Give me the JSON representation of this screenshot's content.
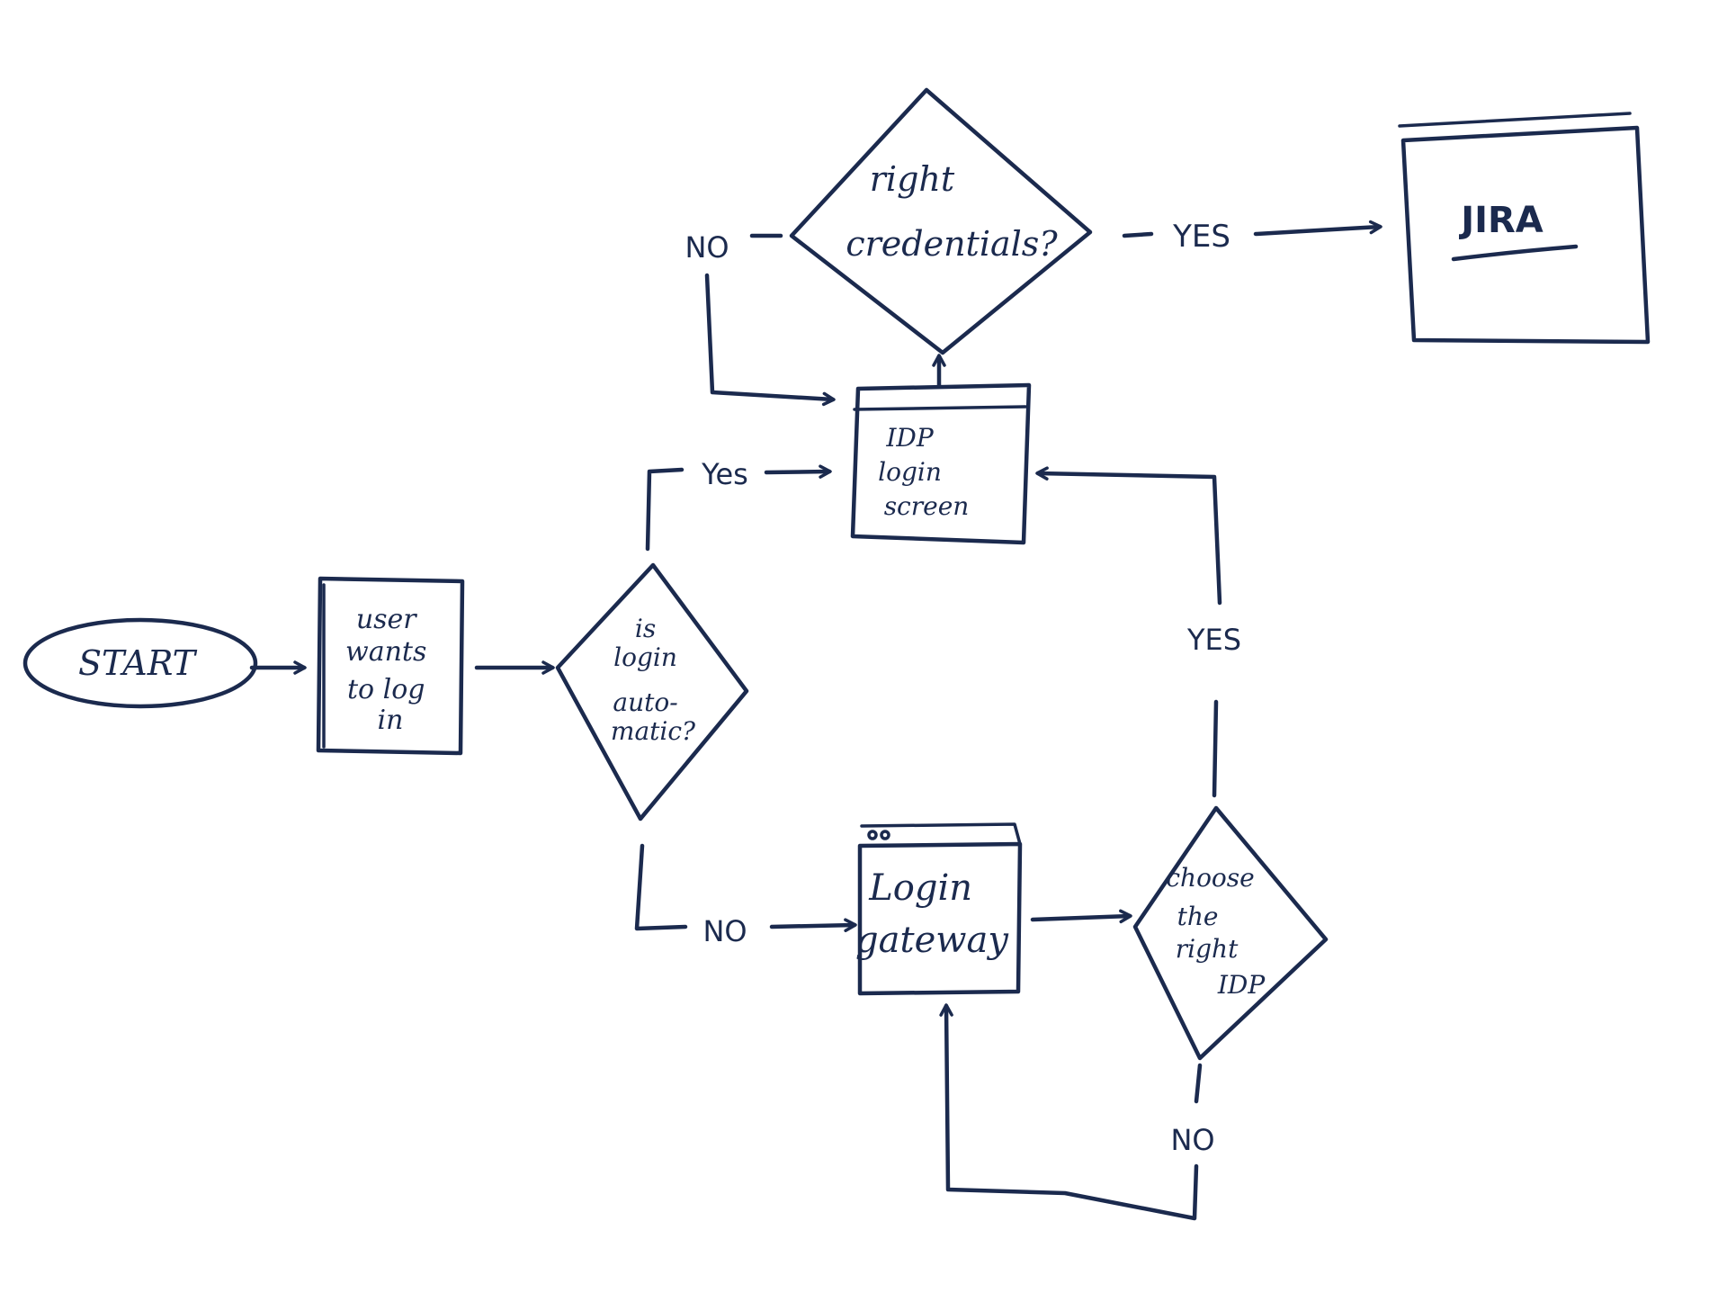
{
  "diagram": {
    "nodes": {
      "start": "START",
      "user_wants": [
        "user",
        "wants",
        "to log",
        "in"
      ],
      "is_login_automatic": [
        "is",
        "login",
        "auto-",
        "matic?"
      ],
      "idp_login_screen": [
        "IDP",
        "login",
        "screen"
      ],
      "right_credentials": [
        "right",
        "credentials?"
      ],
      "jira": "JIRA",
      "login_gateway": [
        "Login",
        "gateway"
      ],
      "choose_idp": [
        "choose",
        "the",
        "right",
        "IDP"
      ]
    },
    "edges": {
      "automatic_yes": "Yes",
      "automatic_no": "NO",
      "credentials_yes": "YES",
      "credentials_no": "NO",
      "choose_yes": "YES",
      "choose_no": "NO"
    }
  },
  "colors": {
    "ink": "#1b2a4e",
    "background": "#ffffff"
  }
}
